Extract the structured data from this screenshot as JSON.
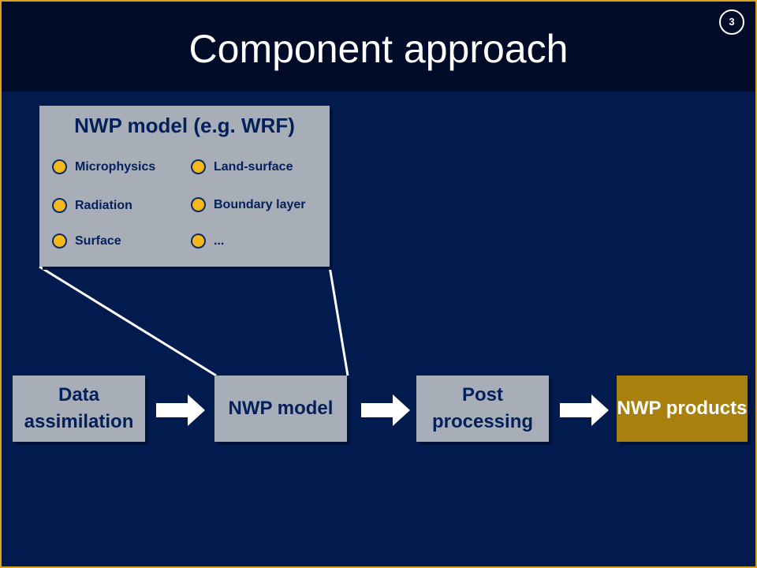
{
  "slide": {
    "title": "Component approach",
    "page_number": "3"
  },
  "popup": {
    "title": "NWP model (e.g. WRF)",
    "items": [
      "Microphysics",
      "Land-surface",
      "Radiation",
      "Boundary layer",
      "Surface",
      "..."
    ]
  },
  "flow": [
    {
      "label": "Data assimilation"
    },
    {
      "label": "NWP model"
    },
    {
      "label": "Post processing"
    },
    {
      "label": "NWP products"
    }
  ],
  "colors": {
    "background": "#021b4f",
    "header": "#010d28",
    "border": "#d9a520",
    "box_fill": "#a8aeb8",
    "box_text": "#03205a",
    "highlight_fill": "#a8800e",
    "bullet": "#f3b81c"
  }
}
